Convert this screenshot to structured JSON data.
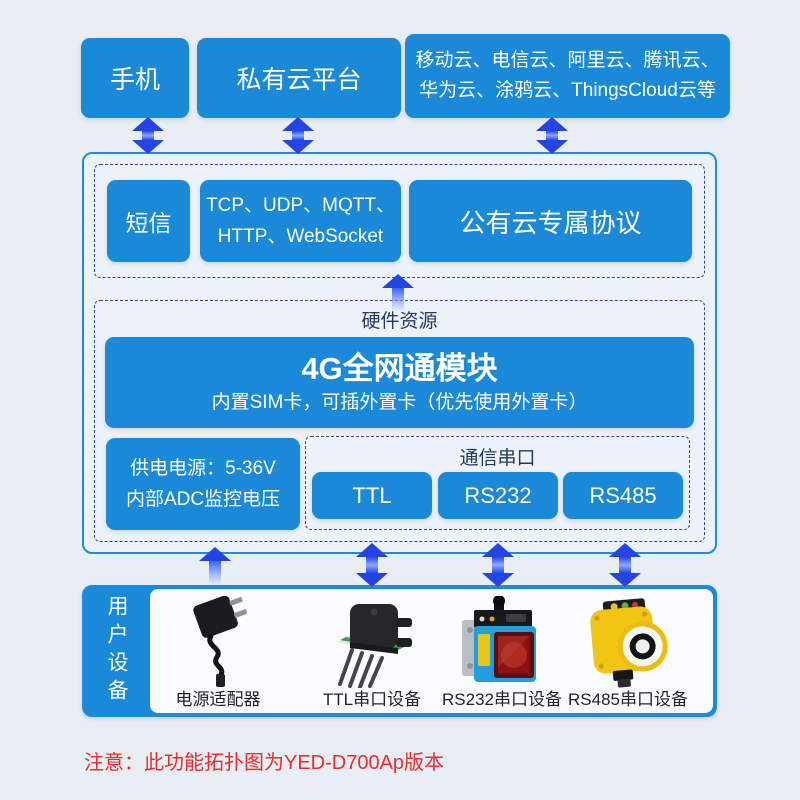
{
  "top_row": {
    "phone": "手机",
    "private_cloud": "私有云平台",
    "public_clouds_line1": "移动云、电信云、阿里云、腾讯云、",
    "public_clouds_line2": "华为云、涂鸦云、ThingsCloud云等"
  },
  "protocol_section": {
    "sms": "短信",
    "protocols_line1": "TCP、UDP、MQTT、",
    "protocols_line2": "HTTP、WebSocket",
    "public_cloud_protocol": "公有云专属协议"
  },
  "hardware_section": {
    "title": "硬件资源",
    "module_title": "4G全网通模块",
    "module_subtitle": "内置SIM卡，可插外置卡（优先使用外置卡）",
    "power_line1": "供电电源：5-36V",
    "power_line2": "内部ADC监控电压",
    "serial_title": "通信串口",
    "serial_ports": [
      "TTL",
      "RS232",
      "RS485"
    ]
  },
  "devices_section": {
    "sidebar_label": "用户设备",
    "devices": [
      {
        "label": "电源适配器",
        "icon": "power-adapter-icon"
      },
      {
        "label": "TTL串口设备",
        "icon": "ttl-sensor-icon"
      },
      {
        "label": "RS232串口设备",
        "icon": "rs232-sensor-icon"
      },
      {
        "label": "RS485串口设备",
        "icon": "rs485-sensor-icon"
      }
    ]
  },
  "note": "注意：此功能拓扑图为YED-D700Ap版本",
  "colors": {
    "background": "#e9eef5",
    "box_blue": "#1989d8",
    "border_blue": "#1d8be0",
    "arrow_blue": "#2647e8",
    "dashed_navy": "#2a4a9c",
    "label_navy": "#243a5e",
    "note_red": "#ee2b2b",
    "device_panel": "#f9fbfd",
    "rs485_yellow": "#f0c514",
    "rs232_lens_red": "#8c1212"
  }
}
